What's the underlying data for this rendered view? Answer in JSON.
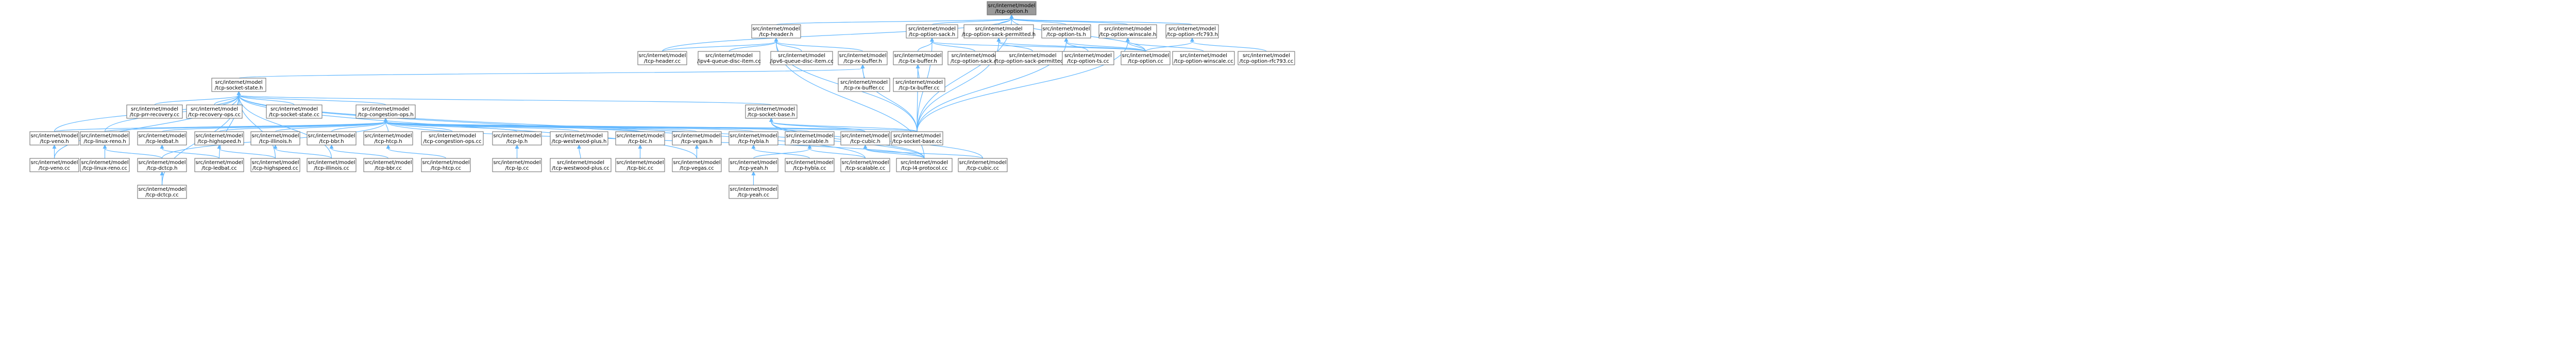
{
  "colors": {
    "edge": "#63b8ff",
    "node_border": "#666666",
    "node_fill": "#ffffff",
    "root_fill": "#999999",
    "text": "#000000"
  },
  "nodes": [
    {
      "id": "root",
      "line1": "src/internet/model",
      "line2": "/tcp-option.h",
      "root": true
    },
    {
      "id": "tcp-header-h",
      "line1": "src/internet/model",
      "line2": "/tcp-header.h"
    },
    {
      "id": "tcp-option-sack-h",
      "line1": "src/internet/model",
      "line2": "/tcp-option-sack.h"
    },
    {
      "id": "tcp-option-sack-permitted-h",
      "line1": "src/internet/model",
      "line2": "/tcp-option-sack-permitted.h"
    },
    {
      "id": "tcp-option-ts-h",
      "line1": "src/internet/model",
      "line2": "/tcp-option-ts.h"
    },
    {
      "id": "tcp-option-winscale-h",
      "line1": "src/internet/model",
      "line2": "/tcp-option-winscale.h"
    },
    {
      "id": "tcp-option-rfc793-h",
      "line1": "src/internet/model",
      "line2": "/tcp-option-rfc793.h"
    },
    {
      "id": "tcp-header-cc",
      "line1": "src/internet/model",
      "line2": "/tcp-header.cc"
    },
    {
      "id": "ipv4-queue-disc-item-cc",
      "line1": "src/internet/model",
      "line2": "/ipv4-queue-disc-item.cc"
    },
    {
      "id": "ipv6-queue-disc-item-cc",
      "line1": "src/internet/model",
      "line2": "/ipv6-queue-disc-item.cc"
    },
    {
      "id": "tcp-rx-buffer-h",
      "line1": "src/internet/model",
      "line2": "/tcp-rx-buffer.h"
    },
    {
      "id": "tcp-tx-buffer-h",
      "line1": "src/internet/model",
      "line2": "/tcp-tx-buffer.h"
    },
    {
      "id": "tcp-option-sack-cc",
      "line1": "src/internet/model",
      "line2": "/tcp-option-sack.cc"
    },
    {
      "id": "tcp-option-sack-permitted-cc",
      "line1": "src/internet/model",
      "line2": "/tcp-option-sack-permitted.cc"
    },
    {
      "id": "tcp-option-ts-cc",
      "line1": "src/internet/model",
      "line2": "/tcp-option-ts.cc"
    },
    {
      "id": "tcp-option-cc",
      "line1": "src/internet/model",
      "line2": "/tcp-option.cc"
    },
    {
      "id": "tcp-option-winscale-cc",
      "line1": "src/internet/model",
      "line2": "/tcp-option-winscale.cc"
    },
    {
      "id": "tcp-option-rfc793-cc",
      "line1": "src/internet/model",
      "line2": "/tcp-option-rfc793.cc"
    },
    {
      "id": "tcp-socket-state-h",
      "line1": "src/internet/model",
      "line2": "/tcp-socket-state.h"
    },
    {
      "id": "tcp-rx-buffer-cc",
      "line1": "src/internet/model",
      "line2": "/tcp-rx-buffer.cc"
    },
    {
      "id": "tcp-tx-buffer-cc",
      "line1": "src/internet/model",
      "line2": "/tcp-tx-buffer.cc"
    },
    {
      "id": "tcp-prr-recovery-cc",
      "line1": "src/internet/model",
      "line2": "/tcp-prr-recovery.cc"
    },
    {
      "id": "tcp-recovery-ops-cc",
      "line1": "src/internet/model",
      "line2": "/tcp-recovery-ops.cc"
    },
    {
      "id": "tcp-socket-state-cc",
      "line1": "src/internet/model",
      "line2": "/tcp-socket-state.cc"
    },
    {
      "id": "tcp-congestion-ops-h",
      "line1": "src/internet/model",
      "line2": "/tcp-congestion-ops.h"
    },
    {
      "id": "tcp-socket-base-h",
      "line1": "src/internet/model",
      "line2": "/tcp-socket-base.h"
    },
    {
      "id": "tcp-socket-base-cc",
      "line1": "src/internet/model",
      "line2": "/tcp-socket-base.cc"
    },
    {
      "id": "tcp-veno-h",
      "line1": "src/internet/model",
      "line2": "/tcp-veno.h"
    },
    {
      "id": "tcp-linux-reno-h",
      "line1": "src/internet/model",
      "line2": "/tcp-linux-reno.h"
    },
    {
      "id": "tcp-ledbat-h",
      "line1": "src/internet/model",
      "line2": "/tcp-ledbat.h"
    },
    {
      "id": "tcp-highspeed-h",
      "line1": "src/internet/model",
      "line2": "/tcp-highspeed.h"
    },
    {
      "id": "tcp-illinois-h",
      "line1": "src/internet/model",
      "line2": "/tcp-illinois.h"
    },
    {
      "id": "tcp-bbr-h",
      "line1": "src/internet/model",
      "line2": "/tcp-bbr.h"
    },
    {
      "id": "tcp-htcp-h",
      "line1": "src/internet/model",
      "line2": "/tcp-htcp.h"
    },
    {
      "id": "tcp-congestion-ops-cc",
      "line1": "src/internet/model",
      "line2": "/tcp-congestion-ops.cc"
    },
    {
      "id": "tcp-lp-h",
      "line1": "src/internet/model",
      "line2": "/tcp-lp.h"
    },
    {
      "id": "tcp-westwood-plus-h",
      "line1": "src/internet/model",
      "line2": "/tcp-westwood-plus.h"
    },
    {
      "id": "tcp-bic-h",
      "line1": "src/internet/model",
      "line2": "/tcp-bic.h"
    },
    {
      "id": "tcp-vegas-h",
      "line1": "src/internet/model",
      "line2": "/tcp-vegas.h"
    },
    {
      "id": "tcp-hybla-h",
      "line1": "src/internet/model",
      "line2": "/tcp-hybla.h"
    },
    {
      "id": "tcp-scalable-h",
      "line1": "src/internet/model",
      "line2": "/tcp-scalable.h"
    },
    {
      "id": "tcp-cubic-h",
      "line1": "src/internet/model",
      "line2": "/tcp-cubic.h"
    },
    {
      "id": "tcp-veno-cc",
      "line1": "src/internet/model",
      "line2": "/tcp-veno.cc"
    },
    {
      "id": "tcp-linux-reno-cc",
      "line1": "src/internet/model",
      "line2": "/tcp-linux-reno.cc"
    },
    {
      "id": "tcp-dctcp-h",
      "line1": "src/internet/model",
      "line2": "/tcp-dctcp.h"
    },
    {
      "id": "tcp-ledbat-cc",
      "line1": "src/internet/model",
      "line2": "/tcp-ledbat.cc"
    },
    {
      "id": "tcp-highspeed-cc",
      "line1": "src/internet/model",
      "line2": "/tcp-highspeed.cc"
    },
    {
      "id": "tcp-illinois-cc",
      "line1": "src/internet/model",
      "line2": "/tcp-illinois.cc"
    },
    {
      "id": "tcp-bbr-cc",
      "line1": "src/internet/model",
      "line2": "/tcp-bbr.cc"
    },
    {
      "id": "tcp-htcp-cc",
      "line1": "src/internet/model",
      "line2": "/tcp-htcp.cc"
    },
    {
      "id": "tcp-lp-cc",
      "line1": "src/internet/model",
      "line2": "/tcp-lp.cc"
    },
    {
      "id": "tcp-westwood-plus-cc",
      "line1": "src/internet/model",
      "line2": "/tcp-westwood-plus.cc"
    },
    {
      "id": "tcp-bic-cc",
      "line1": "src/internet/model",
      "line2": "/tcp-bic.cc"
    },
    {
      "id": "tcp-vegas-cc",
      "line1": "src/internet/model",
      "line2": "/tcp-vegas.cc"
    },
    {
      "id": "tcp-yeah-h",
      "line1": "src/internet/model",
      "line2": "/tcp-yeah.h"
    },
    {
      "id": "tcp-hybla-cc",
      "line1": "src/internet/model",
      "line2": "/tcp-hybla.cc"
    },
    {
      "id": "tcp-scalable-cc",
      "line1": "src/internet/model",
      "line2": "/tcp-scalable.cc"
    },
    {
      "id": "tcp-l4-protocol-cc",
      "line1": "src/internet/model",
      "line2": "/tcp-l4-protocol.cc"
    },
    {
      "id": "tcp-cubic-cc",
      "line1": "src/internet/model",
      "line2": "/tcp-cubic.cc"
    },
    {
      "id": "tcp-dctcp-cc",
      "line1": "src/internet/model",
      "line2": "/tcp-dctcp.cc"
    },
    {
      "id": "tcp-yeah-cc",
      "line1": "src/internet/model",
      "line2": "/tcp-yeah.cc"
    }
  ],
  "edges": [
    [
      "root",
      "tcp-header-h"
    ],
    [
      "root",
      "tcp-option-sack-h"
    ],
    [
      "root",
      "tcp-option-sack-permitted-h"
    ],
    [
      "root",
      "tcp-option-ts-h"
    ],
    [
      "root",
      "tcp-option-winscale-h"
    ],
    [
      "root",
      "tcp-option-rfc793-h"
    ],
    [
      "root",
      "tcp-option-cc"
    ],
    [
      "root",
      "tcp-header-cc"
    ],
    [
      "root",
      "tcp-socket-base-cc"
    ],
    [
      "tcp-header-h",
      "tcp-header-cc"
    ],
    [
      "tcp-header-h",
      "ipv4-queue-disc-item-cc"
    ],
    [
      "tcp-header-h",
      "ipv6-queue-disc-item-cc"
    ],
    [
      "tcp-header-h",
      "tcp-rx-buffer-h"
    ],
    [
      "tcp-header-h",
      "tcp-socket-base-cc"
    ],
    [
      "tcp-header-h",
      "tcp-l4-protocol-cc"
    ],
    [
      "tcp-option-sack-h",
      "tcp-tx-buffer-h"
    ],
    [
      "tcp-option-sack-h",
      "tcp-option-sack-cc"
    ],
    [
      "tcp-option-sack-h",
      "tcp-socket-base-cc"
    ],
    [
      "tcp-option-sack-h",
      "tcp-option-cc"
    ],
    [
      "tcp-option-sack-permitted-h",
      "tcp-option-sack-permitted-cc"
    ],
    [
      "tcp-option-sack-permitted-h",
      "tcp-option-cc"
    ],
    [
      "tcp-option-sack-permitted-h",
      "tcp-socket-base-cc"
    ],
    [
      "tcp-option-ts-h",
      "tcp-option-ts-cc"
    ],
    [
      "tcp-option-ts-h",
      "tcp-option-cc"
    ],
    [
      "tcp-option-ts-h",
      "tcp-socket-base-cc"
    ],
    [
      "tcp-option-winscale-h",
      "tcp-option-winscale-cc"
    ],
    [
      "tcp-option-winscale-h",
      "tcp-option-cc"
    ],
    [
      "tcp-option-winscale-h",
      "tcp-socket-base-cc"
    ],
    [
      "tcp-option-rfc793-h",
      "tcp-option-rfc793-cc"
    ],
    [
      "tcp-option-rfc793-h",
      "tcp-option-cc"
    ],
    [
      "tcp-rx-buffer-h",
      "tcp-socket-state-h"
    ],
    [
      "tcp-rx-buffer-h",
      "tcp-rx-buffer-cc"
    ],
    [
      "tcp-rx-buffer-h",
      "tcp-socket-base-cc"
    ],
    [
      "tcp-tx-buffer-h",
      "tcp-tx-buffer-cc"
    ],
    [
      "tcp-tx-buffer-h",
      "tcp-socket-base-cc"
    ],
    [
      "tcp-socket-state-h",
      "tcp-prr-recovery-cc"
    ],
    [
      "tcp-socket-state-h",
      "tcp-recovery-ops-cc"
    ],
    [
      "tcp-socket-state-h",
      "tcp-socket-state-cc"
    ],
    [
      "tcp-socket-state-h",
      "tcp-congestion-ops-h"
    ],
    [
      "tcp-socket-state-h",
      "tcp-socket-base-h"
    ],
    [
      "tcp-socket-state-h",
      "tcp-veno-h"
    ],
    [
      "tcp-socket-state-h",
      "tcp-linux-reno-h"
    ],
    [
      "tcp-socket-state-h",
      "tcp-ledbat-cc"
    ],
    [
      "tcp-socket-state-h",
      "tcp-dctcp-cc"
    ],
    [
      "tcp-socket-state-h",
      "tcp-highspeed-cc"
    ],
    [
      "tcp-socket-state-h",
      "tcp-illinois-cc"
    ],
    [
      "tcp-socket-state-h",
      "tcp-vegas-cc"
    ],
    [
      "tcp-socket-state-h",
      "tcp-scalable-cc"
    ],
    [
      "tcp-socket-state-h",
      "tcp-veno-cc"
    ],
    [
      "tcp-socket-state-h",
      "tcp-l4-protocol-cc"
    ],
    [
      "tcp-congestion-ops-h",
      "tcp-veno-h"
    ],
    [
      "tcp-congestion-ops-h",
      "tcp-linux-reno-h"
    ],
    [
      "tcp-congestion-ops-h",
      "tcp-ledbat-h"
    ],
    [
      "tcp-congestion-ops-h",
      "tcp-highspeed-h"
    ],
    [
      "tcp-congestion-ops-h",
      "tcp-illinois-h"
    ],
    [
      "tcp-congestion-ops-h",
      "tcp-bbr-h"
    ],
    [
      "tcp-congestion-ops-h",
      "tcp-htcp-h"
    ],
    [
      "tcp-congestion-ops-h",
      "tcp-congestion-ops-cc"
    ],
    [
      "tcp-congestion-ops-h",
      "tcp-lp-h"
    ],
    [
      "tcp-congestion-ops-h",
      "tcp-westwood-plus-h"
    ],
    [
      "tcp-congestion-ops-h",
      "tcp-bic-h"
    ],
    [
      "tcp-congestion-ops-h",
      "tcp-vegas-h"
    ],
    [
      "tcp-congestion-ops-h",
      "tcp-hybla-h"
    ],
    [
      "tcp-congestion-ops-h",
      "tcp-scalable-h"
    ],
    [
      "tcp-congestion-ops-h",
      "tcp-cubic-h"
    ],
    [
      "tcp-congestion-ops-h",
      "tcp-socket-base-cc"
    ],
    [
      "tcp-congestion-ops-h",
      "tcp-dctcp-h"
    ],
    [
      "tcp-congestion-ops-h",
      "tcp-l4-protocol-cc"
    ],
    [
      "tcp-socket-base-h",
      "tcp-cubic-h"
    ],
    [
      "tcp-socket-base-h",
      "tcp-socket-base-cc"
    ],
    [
      "tcp-socket-base-h",
      "tcp-l4-protocol-cc"
    ],
    [
      "tcp-socket-base-h",
      "tcp-cubic-cc"
    ],
    [
      "tcp-veno-h",
      "tcp-veno-cc"
    ],
    [
      "tcp-linux-reno-h",
      "tcp-linux-reno-cc"
    ],
    [
      "tcp-linux-reno-h",
      "tcp-dctcp-h"
    ],
    [
      "tcp-ledbat-h",
      "tcp-ledbat-cc"
    ],
    [
      "tcp-highspeed-h",
      "tcp-highspeed-cc"
    ],
    [
      "tcp-illinois-h",
      "tcp-illinois-cc"
    ],
    [
      "tcp-bbr-h",
      "tcp-bbr-cc"
    ],
    [
      "tcp-htcp-h",
      "tcp-htcp-cc"
    ],
    [
      "tcp-lp-h",
      "tcp-lp-cc"
    ],
    [
      "tcp-westwood-plus-h",
      "tcp-westwood-plus-cc"
    ],
    [
      "tcp-bic-h",
      "tcp-bic-cc"
    ],
    [
      "tcp-vegas-h",
      "tcp-vegas-cc"
    ],
    [
      "tcp-hybla-h",
      "tcp-hybla-cc"
    ],
    [
      "tcp-scalable-h",
      "tcp-scalable-cc"
    ],
    [
      "tcp-scalable-h",
      "tcp-yeah-h"
    ],
    [
      "tcp-cubic-h",
      "tcp-cubic-cc"
    ],
    [
      "tcp-cubic-h",
      "tcp-l4-protocol-cc"
    ],
    [
      "tcp-dctcp-h",
      "tcp-dctcp-cc"
    ],
    [
      "tcp-yeah-h",
      "tcp-yeah-cc"
    ]
  ]
}
